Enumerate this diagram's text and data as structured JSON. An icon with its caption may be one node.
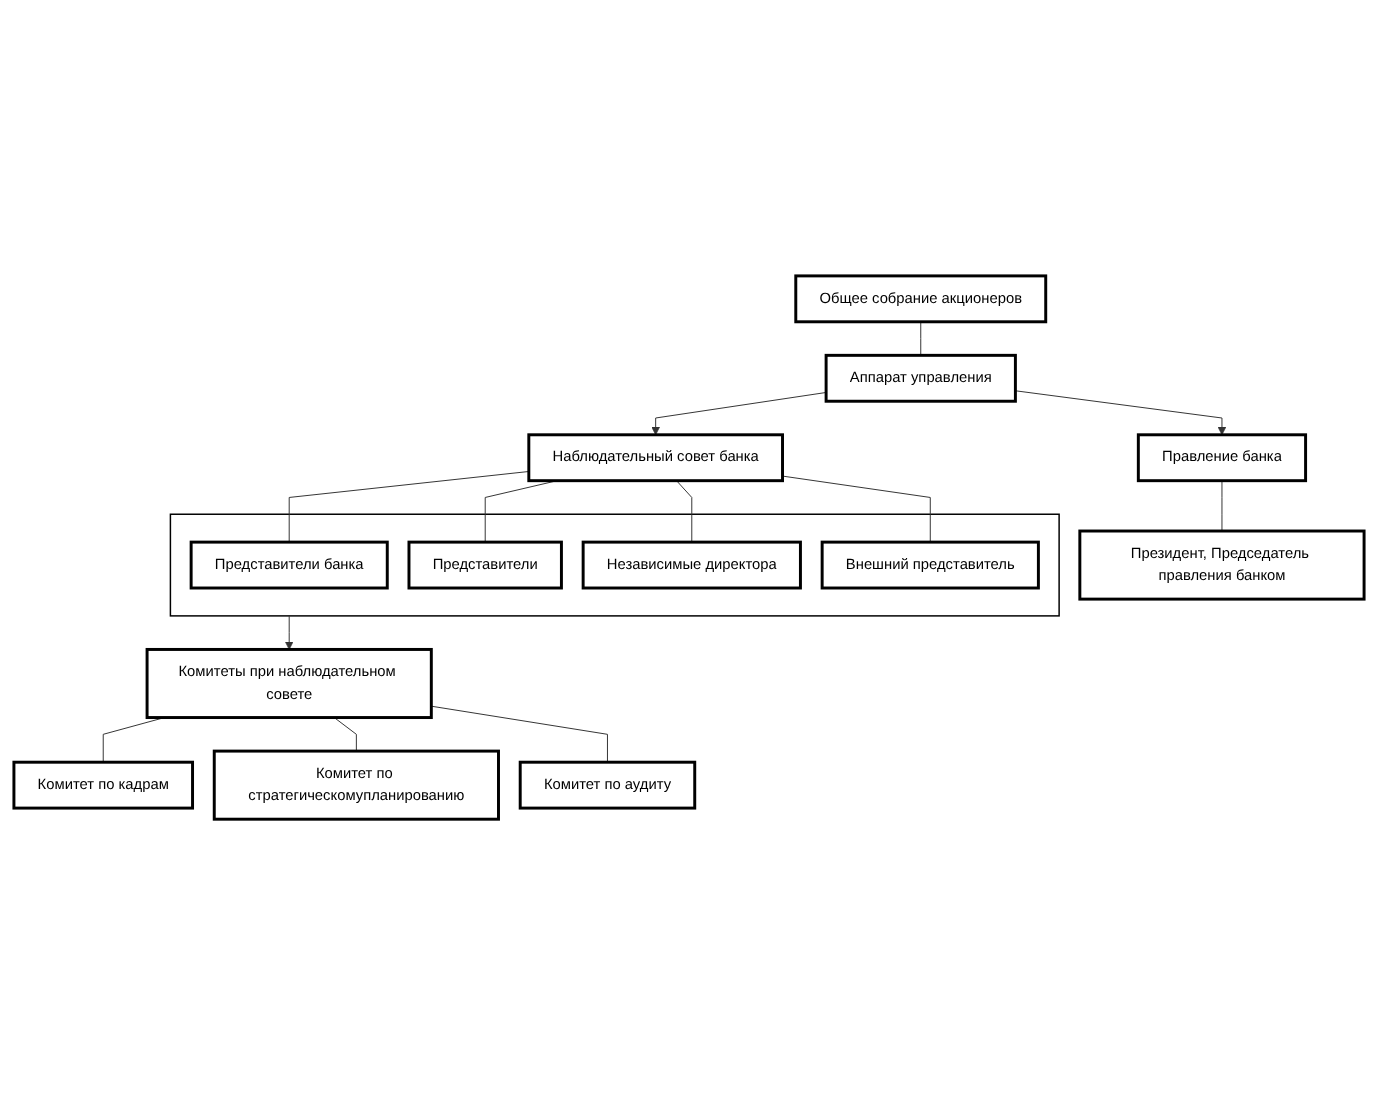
{
  "diagram": {
    "nodes": [
      {
        "text": [
          "Общее собрание акционеров"
        ]
      },
      {
        "text": [
          "Аппарат управления"
        ]
      },
      {
        "text": [
          "Наблюдательный совет банка"
        ]
      },
      {
        "text": [
          "Правление банка"
        ]
      },
      {
        "text": [],
        "shape": "box"
      },
      {
        "text": [
          "Представители банка"
        ],
        "in": 4
      },
      {
        "text": [
          "Представители"
        ],
        "in": 4
      },
      {
        "text": [
          "Независимые директора"
        ],
        "in": 4
      },
      {
        "text": [
          "Внешний представитель"
        ],
        "in": 4
      },
      {
        "text": [
          "Президент, Председатель правления банком"
        ]
      },
      {
        "text": [
          "Комитеты при наблюдательном совете"
        ]
      },
      {
        "text": [
          "Комитет по кадрам"
        ]
      },
      {
        "text": [
          "Комитет по стратегическомупланированию"
        ]
      },
      {
        "text": [
          "Комитет по аудиту"
        ]
      }
    ],
    "edges": [
      {
        "from": 0,
        "to": 1,
        "arrow": "none"
      },
      {
        "from": 1,
        "to": 2,
        "arrow": "to"
      },
      {
        "from": 1,
        "to": 3,
        "arrow": "to"
      },
      {
        "from": 2,
        "to": 5,
        "arrow": "none"
      },
      {
        "from": 2,
        "to": 6,
        "arrow": "none"
      },
      {
        "from": 2,
        "to": 7,
        "arrow": "none"
      },
      {
        "from": 2,
        "to": 8,
        "arrow": "none"
      },
      {
        "from": 3,
        "to": 9,
        "arrow": "none"
      },
      {
        "from": 4,
        "to": 10,
        "arrow": "to"
      },
      {
        "from": 10,
        "to": 11,
        "arrow": "none"
      },
      {
        "from": 10,
        "to": 12,
        "arrow": "none"
      },
      {
        "from": 10,
        "to": 13,
        "arrow": "none"
      }
    ]
  }
}
